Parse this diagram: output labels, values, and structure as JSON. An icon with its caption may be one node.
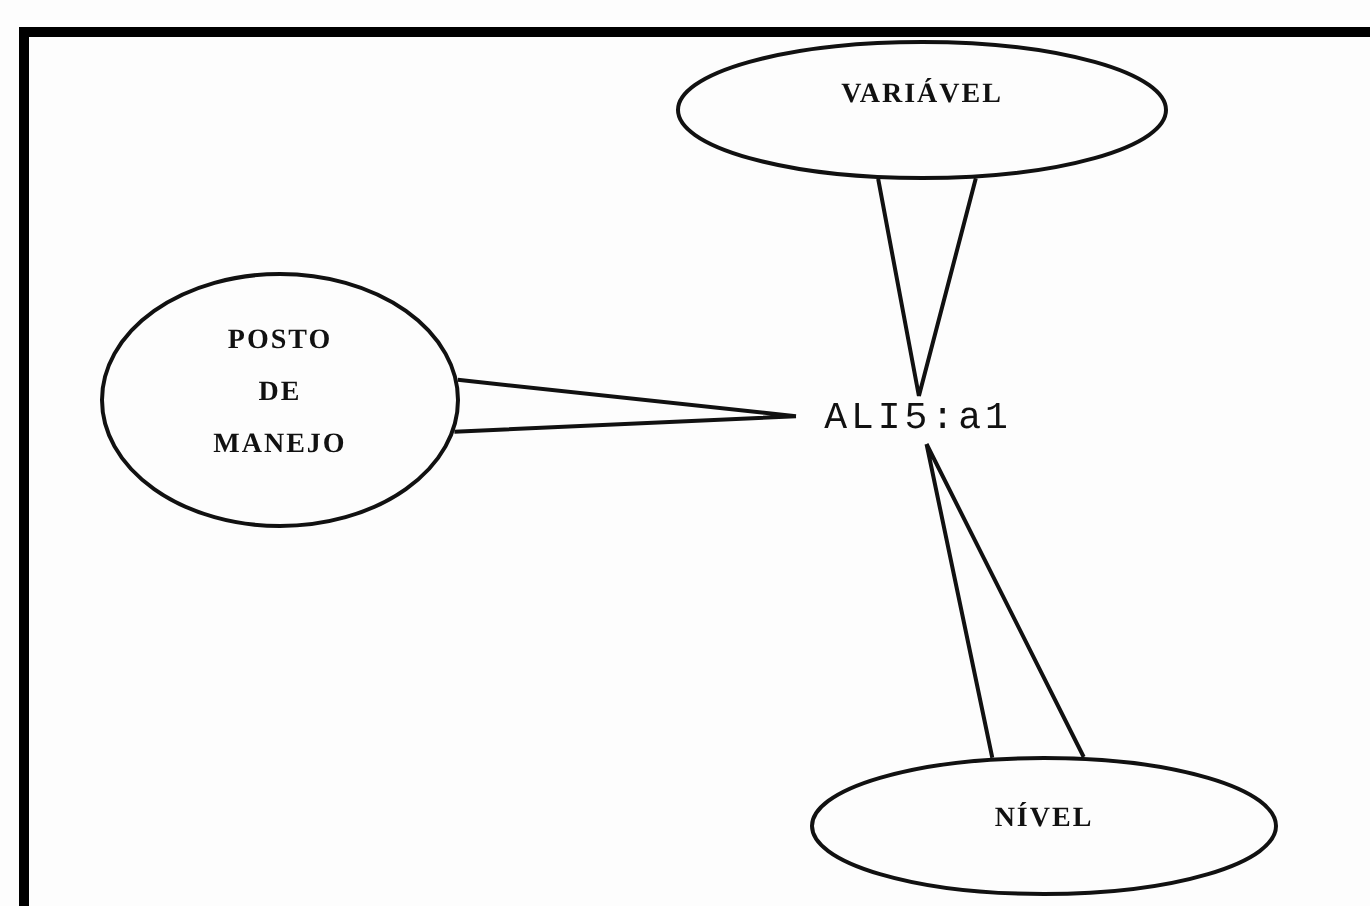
{
  "diagram": {
    "nodes": [
      {
        "text": [
          "VARIÁVEL"
        ]
      },
      {
        "text": [
          "POSTO DE MANEJO"
        ]
      },
      {
        "text": [
          "ALI5:a1"
        ]
      },
      {
        "text": [
          "NÍVEL"
        ]
      }
    ],
    "edges": [
      {
        "from": 0,
        "to": 2,
        "arrow": "none"
      },
      {
        "from": 1,
        "to": 2,
        "arrow": "none"
      },
      {
        "from": 3,
        "to": 2,
        "arrow": "none"
      }
    ]
  }
}
